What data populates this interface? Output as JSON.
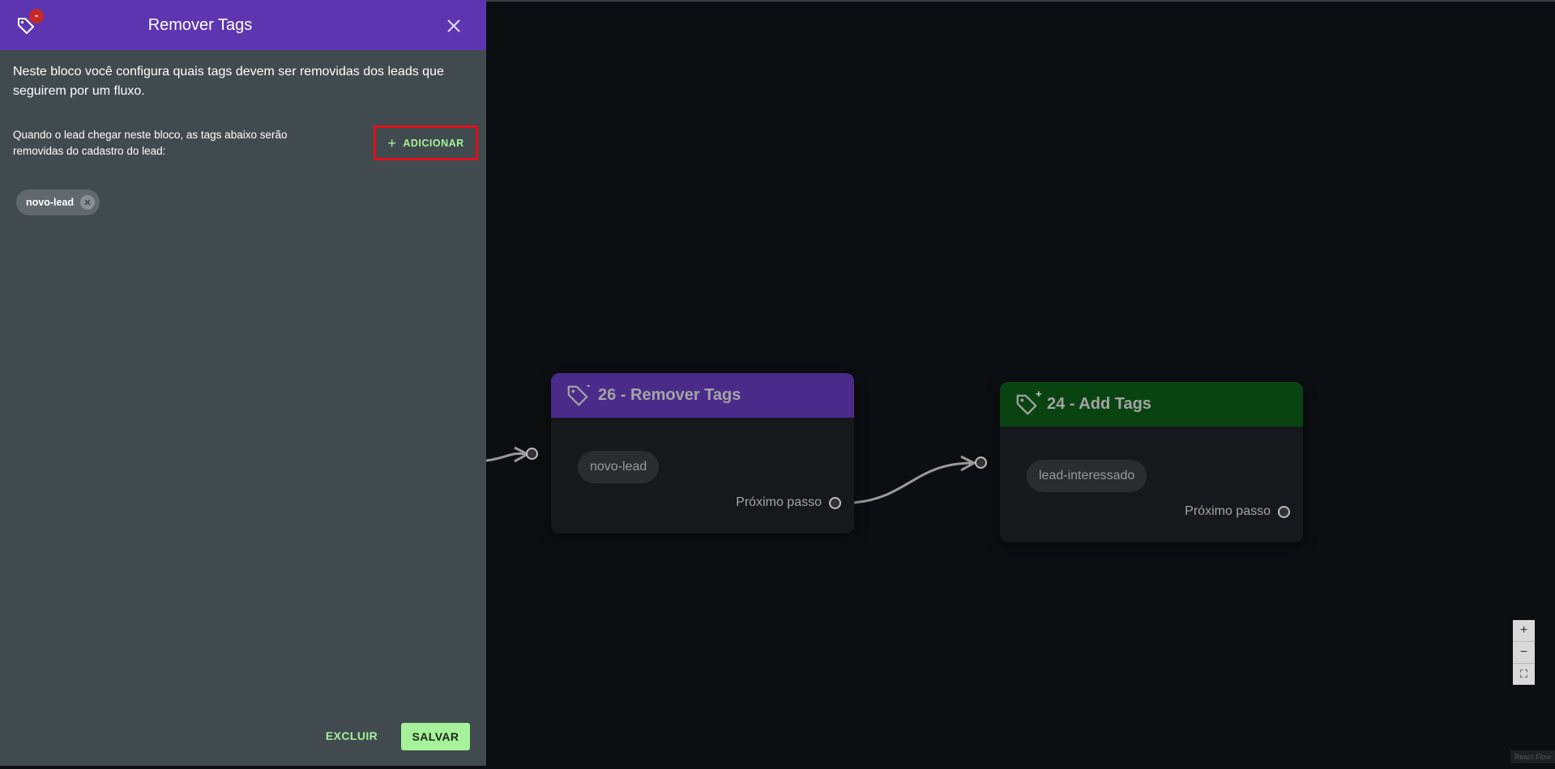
{
  "panel": {
    "title": "Remover Tags",
    "badge": "-",
    "description": "Neste bloco você configura quais tags devem ser removidas dos leads que seguirem por um fluxo.",
    "instruction": "Quando o lead chegar neste bloco, as tags abaixo serão removidas do cadastro do lead:",
    "add_button_label": "ADICIONAR",
    "tags": [
      "novo-lead"
    ],
    "delete_label": "EXCLUIR",
    "save_label": "SALVAR"
  },
  "canvas": {
    "nodes": [
      {
        "title": "26 - Remover Tags",
        "sign": "-",
        "tag": "novo-lead",
        "next_label": "Próximo passo",
        "header_color": "#4a2b8a"
      },
      {
        "title": "24 - Add Tags",
        "sign": "+",
        "tag": "lead-interessado",
        "next_label": "Próximo passo",
        "header_color": "#0a4312"
      }
    ],
    "zoom_controls": {
      "zoom_in": "+",
      "zoom_out": "−",
      "fit": "⛶"
    },
    "attribution": "React Flow"
  },
  "colors": {
    "panel_header": "#5e35b1",
    "panel_bg": "#414a4f",
    "accent_green": "#a5f29a",
    "highlight_red": "#e0101b",
    "canvas_bg": "#0c0f11"
  }
}
